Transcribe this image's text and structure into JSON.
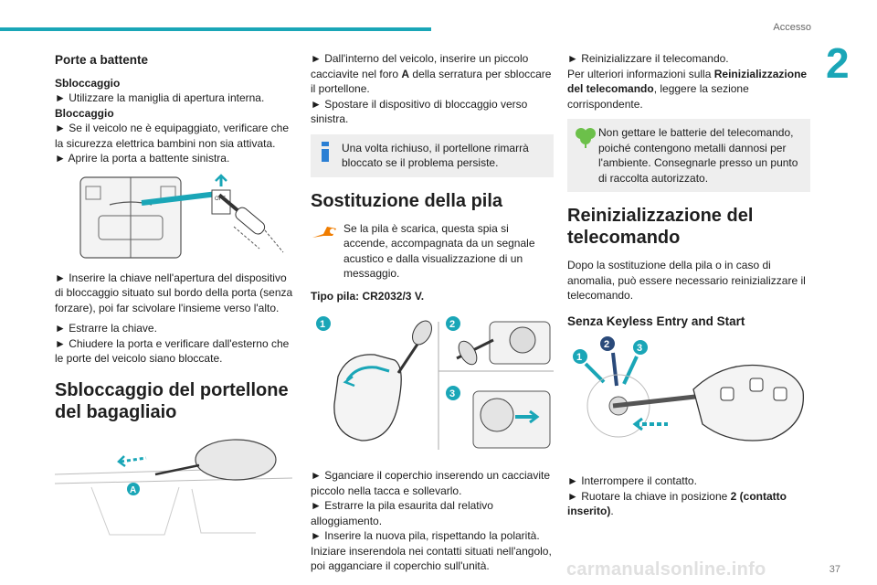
{
  "header": {
    "section": "Accesso",
    "chapter": "2"
  },
  "footer": {
    "page_number": "37",
    "watermark": "carmanualsonline.info"
  },
  "col1": {
    "title_doors": "Porte a battente",
    "unlock_label": "Sbloccaggio",
    "unlock_step": "► Utilizzare la maniglia di apertura interna.",
    "lock_label": "Bloccaggio",
    "lock_step1": "► Se il veicolo ne è equipaggiato, verificare che la sicurezza elettrica bambini non sia attivata.",
    "lock_step2": "► Aprire la porta a battente sinistra.",
    "figure_off_label": "OFF",
    "step_insert": "► Inserire la chiave nell'apertura del dispositivo di bloccaggio situato sul bordo della porta (senza forzare), poi far scivolare l'insieme verso l'alto.",
    "step_remove": "► Estrarre la chiave.",
    "step_close": "► Chiudere la porta e verificare dall'esterno che le porte del veicolo siano bloccate.",
    "title_tailgate": "Sbloccaggio del portellone del bagagliaio",
    "figure_marker": "A"
  },
  "col2": {
    "step_interior_pre": "► Dall'interno del veicolo, inserire un piccolo cacciavite nel foro ",
    "step_interior_bold": "A",
    "step_interior_post": " della serratura per sbloccare il portellone.",
    "step_move": "► Spostare il dispositivo di bloccaggio verso sinistra.",
    "note": "Una volta richiuso, il portellone rimarrà bloccato se il problema persiste.",
    "title_battery": "Sostituzione della pila",
    "battery_intro": "Se la pila è scarica, questa spia si accende, accompagnata da un segnale acustico e dalla visualizzazione di un messaggio.",
    "battery_type": "Tipo pila: CR2032/3 V.",
    "fig_labels": [
      "1",
      "2",
      "3"
    ],
    "step_unclip": "► Sganciare il coperchio inserendo un cacciavite piccolo nella tacca e sollevarlo.",
    "step_extract": "► Estrarre la pila esaurita dal relativo alloggiamento.",
    "step_new": "► Inserire la nuova pila, rispettando la polarità. Iniziare inserendola nei contatti situati nell'angolo, poi agganciare il coperchio sull'unità."
  },
  "col3": {
    "step_reinit": "► Reinizializzare il telecomando.",
    "more_info_pre": "Per ulteriori informazioni sulla ",
    "more_info_bold": "Reinizializzazione del telecomando",
    "more_info_post": ", leggere la sezione corrispondente.",
    "eco_note": "Non gettare le batterie del telecomando, poiché contengono metalli dannosi per l'ambiente. Consegnarle presso un punto di raccolta autorizzato.",
    "title_reinit": "Reinizializzazione del telecomando",
    "reinit_intro": "Dopo la sostituzione della pila o in caso di anomalia, può essere necessario reinizializzare il telecomando.",
    "title_keyless": "Senza Keyless Entry and Start",
    "fig_labels": [
      "1",
      "2",
      "3"
    ],
    "step_off": "► Interrompere il contatto.",
    "step_turn_pre": "► Ruotare la chiave in posizione ",
    "step_turn_bold": "2 (contatto inserito)",
    "step_turn_post": "."
  },
  "colors": {
    "accent": "#1aa6b7",
    "note_bg": "#eeeeee",
    "info_icon": "#2a7fd4",
    "eco_icon": "#6cc04a",
    "warning_icon": "#f07d00"
  },
  "icons": [
    "info-icon",
    "leaf-recycle-icon",
    "battery-warning-icon"
  ]
}
